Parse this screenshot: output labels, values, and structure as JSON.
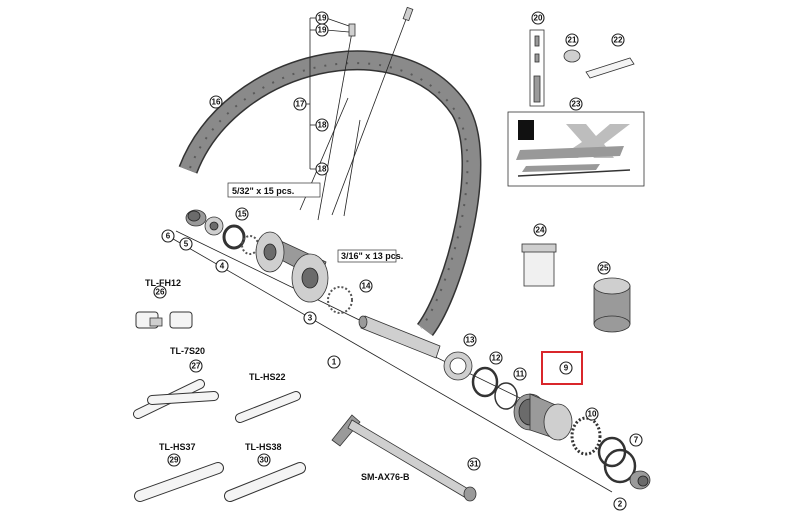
{
  "callouts": {
    "c1": "1",
    "c2": "2",
    "c3": "3",
    "c4": "4",
    "c5": "5",
    "c6": "6",
    "c7": "7",
    "c9": "9",
    "c10": "10",
    "c11": "11",
    "c12": "12",
    "c13": "13",
    "c14": "14",
    "c15": "15",
    "c16": "16",
    "c17": "17",
    "c18a": "18",
    "c18b": "18",
    "c19a": "19",
    "c19b": "19",
    "c20": "20",
    "c21": "21",
    "c22": "22",
    "c23": "23",
    "c24": "24",
    "c25": "25",
    "c26": "26",
    "c27": "27",
    "c29": "29",
    "c30": "30",
    "c31": "31"
  },
  "labels": {
    "balls_large": "5/32\" x 15 pcs.",
    "balls_small": "3/16\" x 13 pcs.",
    "tl_fh12": "TL-FH12",
    "tl_7s20": "TL-7S20",
    "tl_hs22": "TL-HS22",
    "tl_hs37": "TL-HS37",
    "tl_hs38": "TL-HS38",
    "sm_ax76": "SM-AX76-B"
  },
  "colors": {
    "highlight": "#d9262b",
    "rim": "#7a7a7a",
    "metal": "#9a9a9a"
  }
}
